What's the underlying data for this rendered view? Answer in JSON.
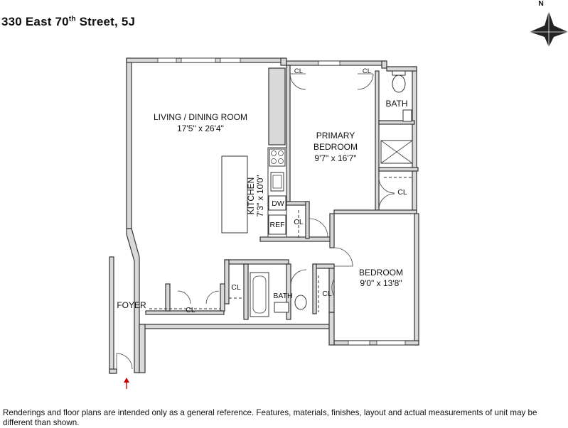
{
  "header": {
    "address_main": "330 East 70",
    "address_sup": "th",
    "address_rest": " Street, 5J"
  },
  "compass": {
    "north_label": "N"
  },
  "rooms": {
    "living": {
      "name": "LIVING / DINING ROOM",
      "dims": "17'5\" x 26'4\""
    },
    "kitchen": {
      "name": "KITCHEN",
      "dims": "7'3\" x 10'0\""
    },
    "primary": {
      "name_line1": "PRIMARY",
      "name_line2": "BEDROOM",
      "dims": "9'7\" x 16'7\""
    },
    "bedroom": {
      "name": "BEDROOM",
      "dims": "9'0\" x 13'8\""
    },
    "foyer": {
      "name": "FOYER"
    },
    "bath1": {
      "name": "BATH"
    },
    "bath2": {
      "name": "BATH"
    }
  },
  "labels": {
    "closet": "CL",
    "dishwasher": "DW",
    "refrigerator": "REF"
  },
  "footer": {
    "disclaimer": "Renderings and floor plans are intended only as a general reference. Features, materials, finishes, layout and actual measurements of unit may be\ndifferent than shown."
  }
}
